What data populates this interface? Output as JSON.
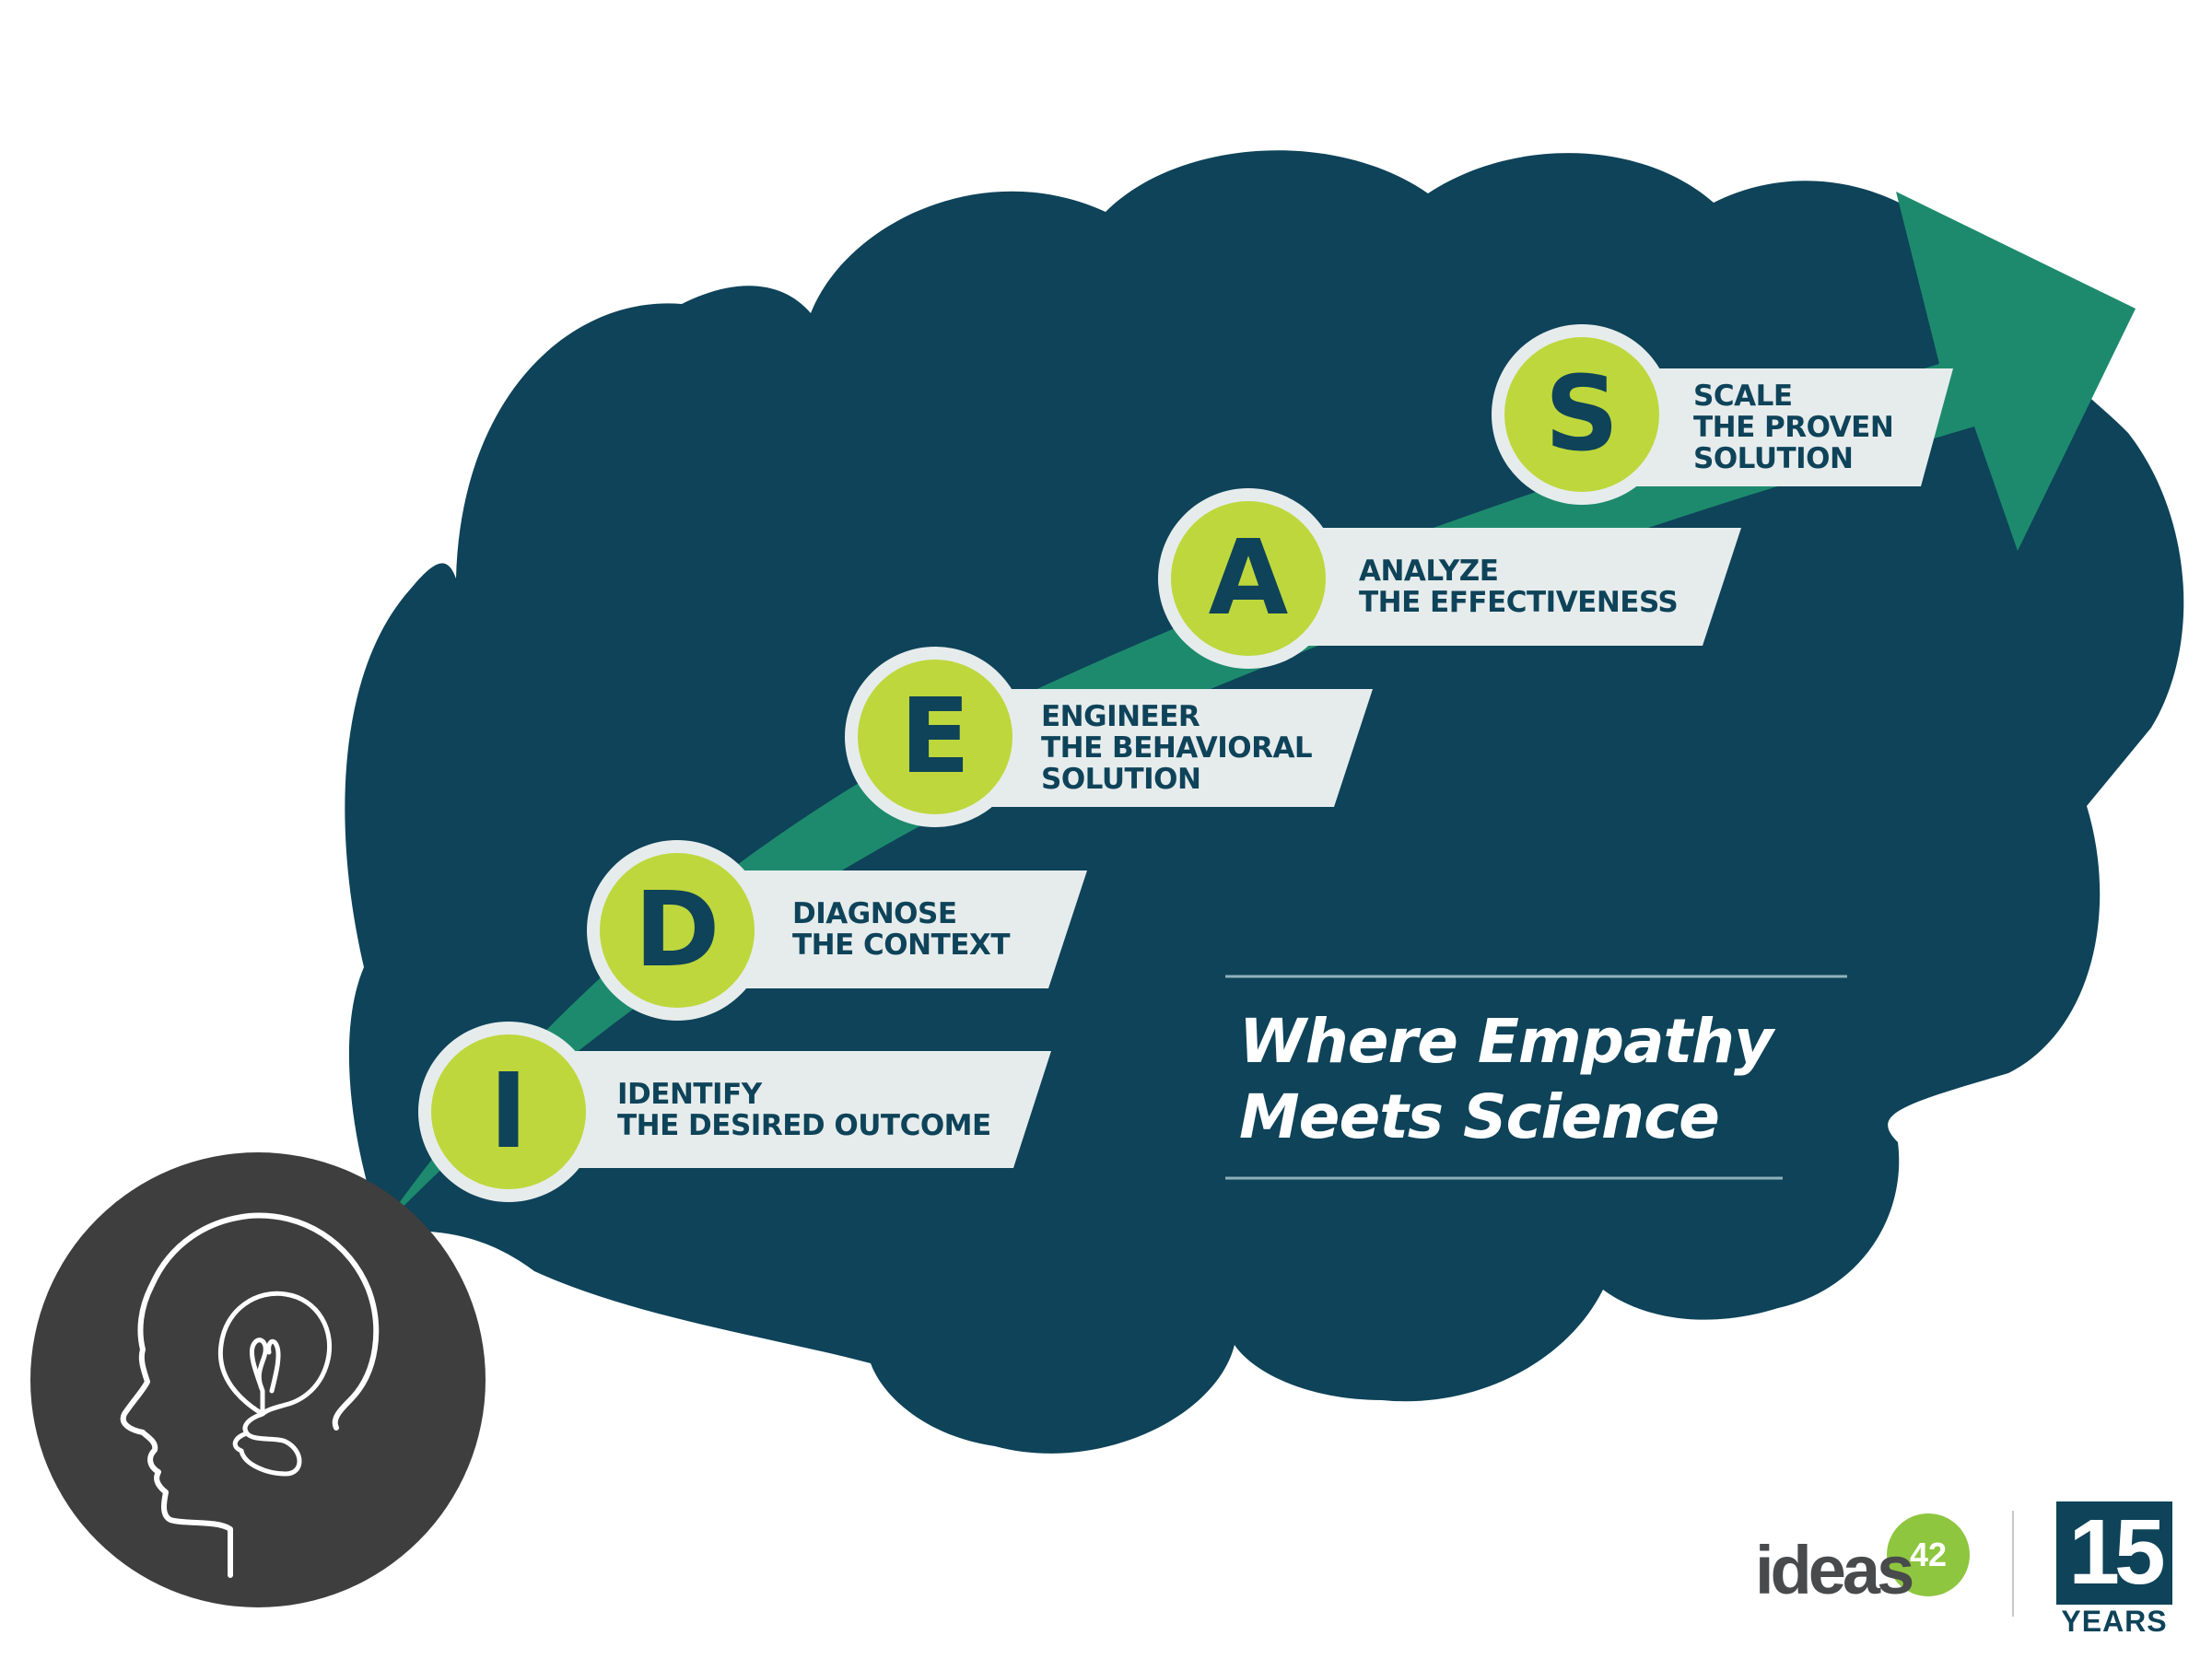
{
  "colors": {
    "cloud": "#0e4359",
    "arrow": "#1d8a6d",
    "accent_green": "#bed73c",
    "banner_fill": "#e6ecec",
    "head_circle": "#3e3e3e",
    "text_dark": "#0e4359",
    "logo_grey": "#484a4c"
  },
  "steps": [
    {
      "letter": "I",
      "title": "IDENTIFY",
      "lines": [
        "THE DESIRED OUTCOME"
      ]
    },
    {
      "letter": "D",
      "title": "DIAGNOSE",
      "lines": [
        "THE CONTEXT"
      ]
    },
    {
      "letter": "E",
      "title": "ENGINEER",
      "lines": [
        "THE BEHAVIORAL",
        "SOLUTION"
      ]
    },
    {
      "letter": "A",
      "title": "ANALYZE",
      "lines": [
        "THE EFFECTIVENESS"
      ]
    },
    {
      "letter": "S",
      "title": "SCALE",
      "lines": [
        "THE PROVEN",
        "SOLUTION"
      ]
    }
  ],
  "tagline": {
    "line1": "Where Empathy",
    "line2": "Meets Science"
  },
  "logos": {
    "ideas_word": "ideas",
    "ideas_number": "42",
    "anniversary_number": "15",
    "anniversary_word": "YEARS"
  },
  "icons": {
    "head": "head-with-lightbulb-icon",
    "arrow": "growth-arrow"
  }
}
